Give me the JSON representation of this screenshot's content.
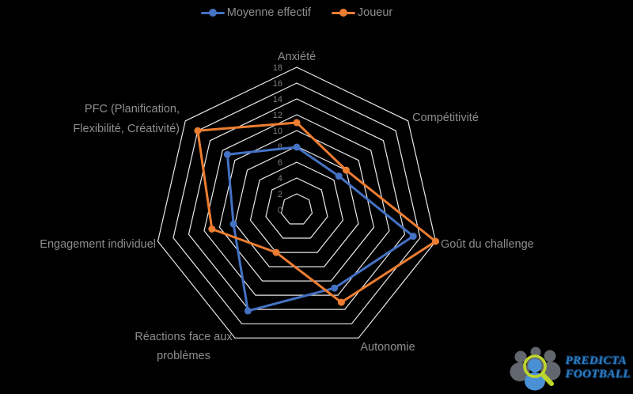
{
  "colors": {
    "bg": "#000000",
    "grid": "#e9e9e9",
    "label": "#8e8e8e",
    "tick": "#7f7f7f",
    "logo_text": "#2d7ec0",
    "logo_glass": "#bdd62b",
    "logo_person": "#4a90d5",
    "logo_people": "#62666d"
  },
  "legend": {
    "items": [
      {
        "label": "Moyenne effectif",
        "color": "#4472C4"
      },
      {
        "label": "Joueur",
        "color": "#ED7D31"
      }
    ]
  },
  "chart_data": {
    "type": "radar",
    "title": "",
    "categories": [
      "Anxiété",
      "Compétitivité",
      "Goût du challenge",
      "Autonomie",
      "Réactions face aux problèmes",
      "Engagement individuel",
      "PFC (Planification, Flexibilité, Créativité)"
    ],
    "category_lines": [
      [
        "Anxiété"
      ],
      [
        "Compétitivité"
      ],
      [
        "Goût du challenge"
      ],
      [
        "Autonomie"
      ],
      [
        "Réactions face aux",
        "problèmes"
      ],
      [
        "Engagement individuel"
      ],
      [
        "PFC (Planification,",
        "Flexibilité, Créativité)"
      ]
    ],
    "series": [
      {
        "name": "Moyenne effectif",
        "color": "#4472C4",
        "values": [
          7.9,
          6.8,
          15.1,
          11,
          14.2,
          8.2,
          11.2
        ]
      },
      {
        "name": "Joueur",
        "color": "#ED7D31",
        "values": [
          11,
          8,
          18,
          13,
          6,
          11,
          16
        ]
      }
    ],
    "ticks": [
      0,
      2,
      4,
      6,
      8,
      10,
      12,
      14,
      16,
      18
    ],
    "rmin": 0,
    "rmax": 18,
    "grid": true,
    "spokes": false,
    "legend_position": "top"
  },
  "logo": {
    "line1": "PREDICTA",
    "line2": "FOOTBALL"
  }
}
